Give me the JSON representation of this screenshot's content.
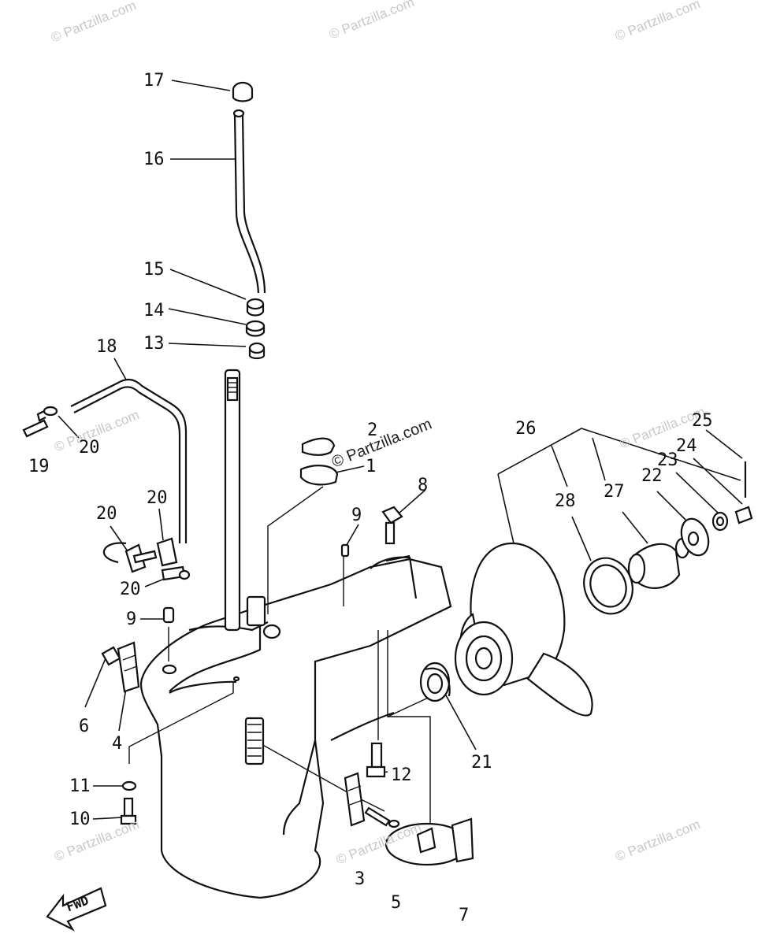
{
  "watermark": "© Partzilla.com",
  "fwd_label": "FWD",
  "callouts": [
    "17",
    "16",
    "15",
    "14",
    "13",
    "18",
    "20",
    "19",
    "20",
    "20",
    "20",
    "9",
    "9",
    "6",
    "4",
    "11",
    "10",
    "3",
    "5",
    "7",
    "12",
    "21",
    "8",
    "1",
    "2",
    "26",
    "28",
    "27",
    "22",
    "23",
    "24",
    "25"
  ]
}
